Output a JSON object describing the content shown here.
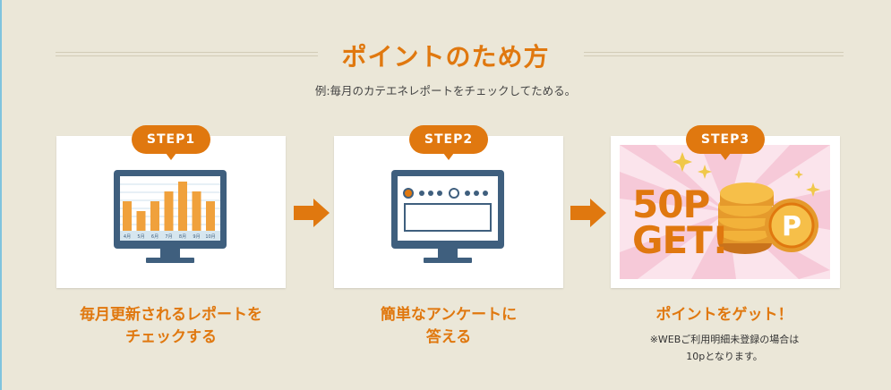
{
  "header": {
    "title": "ポイントのため方"
  },
  "subtitle": "例:毎月のカテエネレポートをチェックしてためる。",
  "steps": [
    {
      "badge": "STEP1",
      "caption_line1": "毎月更新されるレポートを",
      "caption_line2": "チェックする"
    },
    {
      "badge": "STEP2",
      "caption_line1": "簡単なアンケートに",
      "caption_line2": "答える"
    },
    {
      "badge": "STEP3",
      "caption_line1": "ポイントをゲット！",
      "reward_line1": "50P",
      "reward_line2": "GET!",
      "coin_symbol": "P",
      "note_line1": "※WEBご利用明細未登録の場合は",
      "note_line2": "10pとなります。"
    }
  ],
  "chart": {
    "months": [
      "4月",
      "5月",
      "6月",
      "7月",
      "8月",
      "9月",
      "10月"
    ],
    "values": [
      3,
      2,
      3,
      4,
      5,
      4,
      3
    ]
  },
  "colors": {
    "accent": "#e0780f",
    "monitor": "#3f5f7e",
    "background": "#ebe7d8"
  },
  "icons": {
    "arrow": "arrow-right-icon",
    "monitor": "monitor-icon",
    "coin": "coin-icon",
    "sparkle": "sparkle-icon"
  }
}
